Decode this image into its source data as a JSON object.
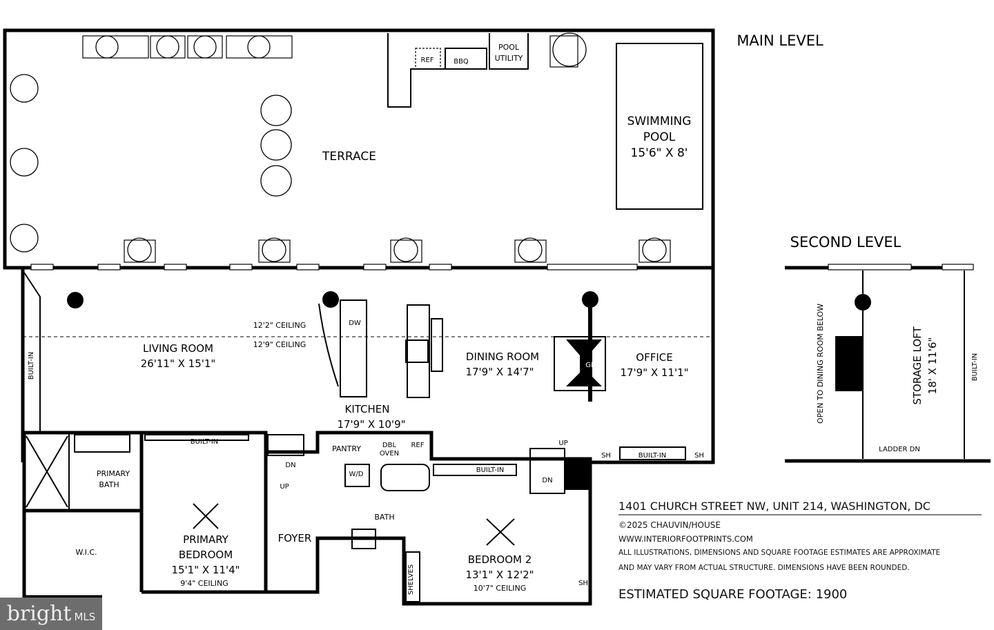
{
  "levels": {
    "main": "MAIN LEVEL",
    "second": "SECOND LEVEL"
  },
  "rooms": {
    "terrace": "TERRACE",
    "pool_name": "SWIMMING",
    "pool_name2": "POOL",
    "pool_dim": "15'6\" X 8'",
    "living": "LIVING ROOM",
    "living_dim": "26'11\" X 15'1\"",
    "kitchen": "KITCHEN",
    "kitchen_dim": "17'9\" X 10'9\"",
    "dining": "DINING ROOM",
    "dining_dim": "17'9\" X 14'7\"",
    "office": "OFFICE",
    "office_dim": "17'9\" X 11'1\"",
    "primary_bath": "PRIMARY",
    "primary_bath2": "BATH",
    "wic": "W.I.C.",
    "primary_bed": "PRIMARY",
    "primary_bed2": "BEDROOM",
    "primary_bed_dim": "15'1\" X 11'4\"",
    "primary_bed_ceiling": "9'4\" CEILING",
    "foyer": "FOYER",
    "bath": "BATH",
    "bed2": "BEDROOM 2",
    "bed2_dim": "13'1\" X 12'2\"",
    "bed2_ceiling": "10'7\" CEILING",
    "storage": "STORAGE LOFT",
    "storage_dim": "18' X 11'6\"",
    "open_below": "OPEN TO DINING ROOM BELOW"
  },
  "fixtures": {
    "ref": "REF",
    "bbq": "BBQ",
    "pool_utility": "POOL",
    "pool_utility2": "UTILITY",
    "ceiling_122": "12'2\" CEILING",
    "ceiling_129": "12'9\" CEILING",
    "dw": "DW",
    "gfp": "GFP",
    "built_in": "BUILT-IN",
    "pantry": "PANTRY",
    "dbl_oven": "DBL",
    "dbl_oven2": "OVEN",
    "ref2": "REF",
    "up": "UP",
    "dn": "DN",
    "wd": "W/D",
    "sh": "SH",
    "shelves": "SHELVES",
    "ladder": "LADDER DN"
  },
  "footer": {
    "address": "1401 CHURCH STREET NW, UNIT 214, WASHINGTON, DC",
    "copyright": "©2025 CHAUVIN/HOUSE",
    "website": "WWW.INTERIORFOOTPRINTS.COM",
    "disclaimer1": "ALL ILLUSTRATIONS, DIMENSIONS AND SQUARE FOOTAGE ESTIMATES ARE APPROXIMATE",
    "disclaimer2": "AND MAY VARY FROM ACTUAL STRUCTURE. DIMENSIONS HAVE BEEN ROUNDED.",
    "sqft": "ESTIMATED SQUARE FOOTAGE: 1900"
  },
  "logo": {
    "brand": "bright",
    "suffix": "MLS"
  }
}
